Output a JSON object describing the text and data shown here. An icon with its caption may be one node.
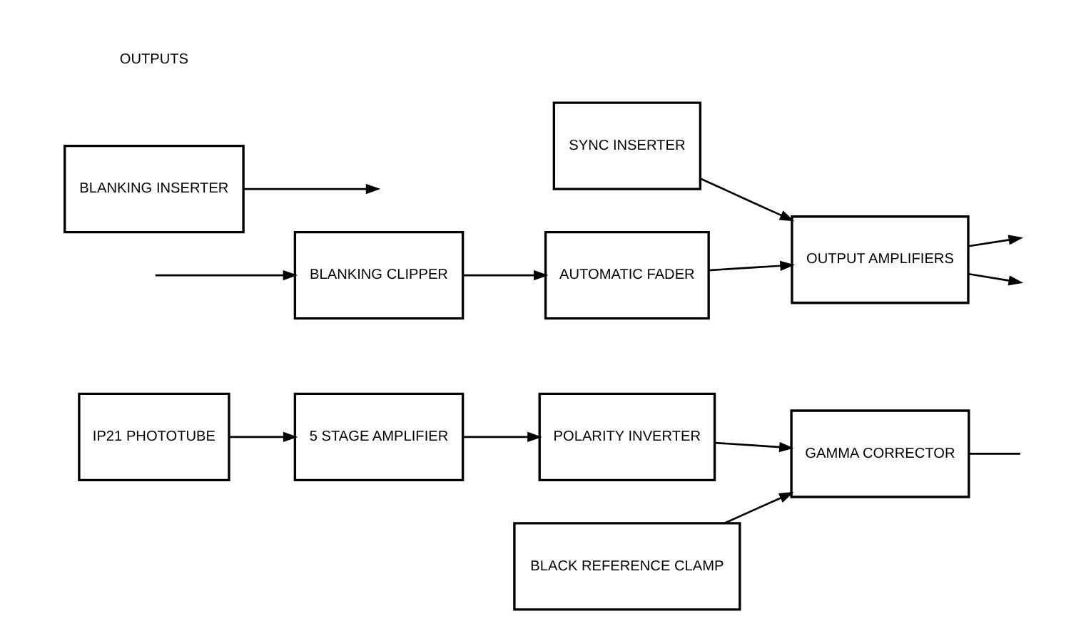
{
  "diagram": {
    "nodes": [
      {
        "text": [
          "IP21 PHOTOTUBE"
        ]
      },
      {
        "text": [
          "5 STAGE AMPLIFIER"
        ]
      },
      {
        "text": [
          "POLARITY INVERTER"
        ]
      },
      {
        "text": [
          "GAMMA CORRECTOR"
        ]
      },
      {
        "text": [
          "SYNC INSERTER"
        ]
      },
      {
        "text": [
          "BLACK REFERENCE CLAMP"
        ]
      },
      {
        "text": [
          "BLANKING INSERTER"
        ]
      },
      {
        "text": [
          "OUTPUT AMPLIFIERS"
        ]
      },
      {
        "text": [
          "AUTOMATIC FADER"
        ]
      },
      {
        "text": [
          "BLANKING CLIPPER"
        ]
      }
    ],
    "edges": [
      {
        "from": 0,
        "to": 1,
        "arrow": "to"
      },
      {
        "from": 1,
        "to": 2,
        "arrow": "to"
      },
      {
        "from": 2,
        "to": 3,
        "arrow": "to"
      },
      {
        "from": 5,
        "to": 3,
        "arrow": "to"
      },
      {
        "from": 3,
        "to": null,
        "arrow": "none"
      },
      {
        "from": 6,
        "to": null,
        "arrow": "to"
      },
      {
        "from": null,
        "to": 9,
        "arrow": "to"
      },
      {
        "from": 9,
        "to": 8,
        "arrow": "to"
      },
      {
        "from": 8,
        "to": 7,
        "arrow": "to"
      },
      {
        "from": 4,
        "to": 7,
        "arrow": "to"
      },
      {
        "from": 7,
        "to": null,
        "arrow": "to"
      },
      {
        "from": 7,
        "to": null,
        "arrow": "to"
      }
    ],
    "labels": [
      "OUTPUTS"
    ]
  }
}
